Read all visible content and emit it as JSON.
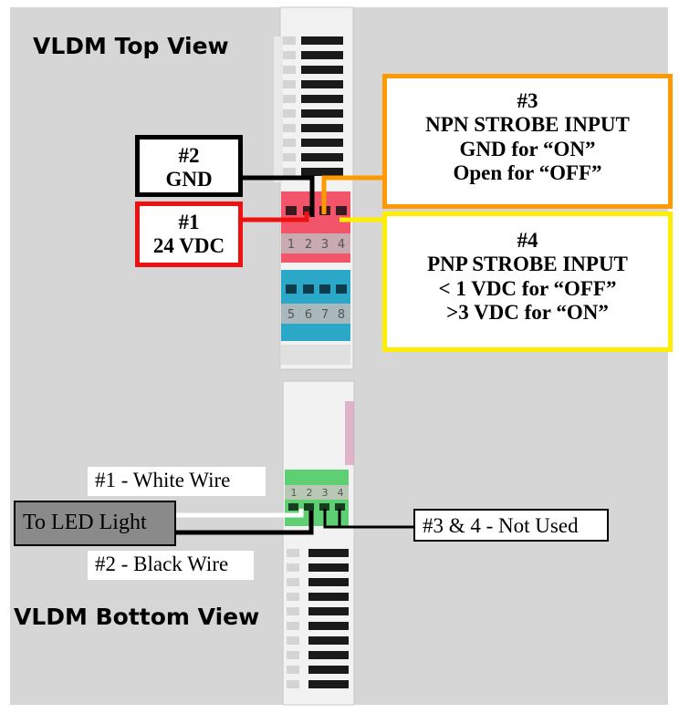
{
  "top_view": {
    "title": "VLDM Top View",
    "top_block_terminals": [
      "1",
      "2",
      "3",
      "4"
    ],
    "bottom_block_terminals": [
      "5",
      "6",
      "7",
      "8"
    ]
  },
  "bottom_view": {
    "title": "VLDM Bottom View",
    "terminals": [
      "1",
      "2",
      "3",
      "4"
    ]
  },
  "callouts": {
    "pin1": {
      "line1": "#1",
      "line2": "24 VDC",
      "color": "#ee1111"
    },
    "pin2": {
      "line1": "#2",
      "line2": "GND",
      "color": "#000000"
    },
    "pin3": {
      "line1": "#3",
      "line2": "NPN STROBE INPUT",
      "line3": "GND for “ON”",
      "line4": "Open for “OFF”",
      "color": "#ff9900"
    },
    "pin4": {
      "line1": "#4",
      "line2": "PNP STROBE INPUT",
      "line3": "< 1 VDC for “OFF”",
      "line4": ">3 VDC for “ON”",
      "color": "#ffee00"
    }
  },
  "bottom_labels": {
    "white_wire": "#1 - White Wire",
    "black_wire": "#2 - Black Wire",
    "to_led": "To LED Light",
    "not_used": "#3 & 4 - Not Used"
  },
  "colors": {
    "background": "#d6d6d6",
    "module_body": "#f2f2f2",
    "red_terminal": "#f2556a",
    "blue_terminal": "#2ba7c8",
    "green_terminal": "#5fcf73",
    "led_box": "#8a8a8a"
  }
}
